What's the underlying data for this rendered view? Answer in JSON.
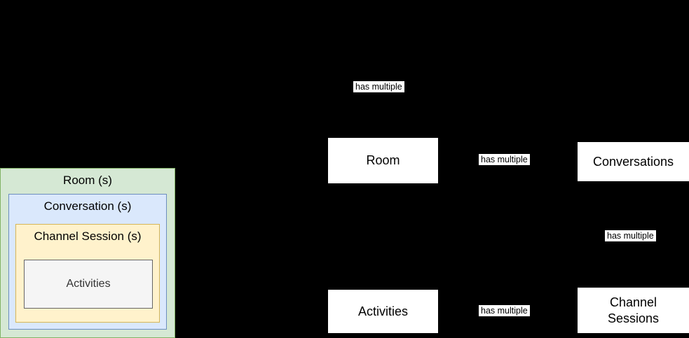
{
  "diagram": {
    "background": "#000000",
    "colors": {
      "room_group_fill": "#d5e8d4",
      "room_group_border": "#82b366",
      "conversation_group_fill": "#dae8fc",
      "conversation_group_border": "#6c8ebf",
      "channel_group_fill": "#fff2cc",
      "channel_group_border": "#d6b656",
      "activities_box_fill": "#f5f5f5",
      "activities_box_border": "#666666",
      "node_fill": "#ffffff",
      "text_color": "#000000"
    },
    "containment": {
      "room_label": "Room (s)",
      "conversation_label": "Conversation (s)",
      "channel_session_label": "Channel Session (s)",
      "activities_label": "Activities"
    },
    "nodes": {
      "room": "Room",
      "conversations": "Conversations",
      "activities": "Activities",
      "channel_sessions": "Channel Sessions"
    },
    "edge_labels": [
      {
        "label": "has multiple"
      },
      {
        "label": "has multiple"
      },
      {
        "label": "has multiple"
      },
      {
        "label": "has multiple"
      }
    ]
  }
}
